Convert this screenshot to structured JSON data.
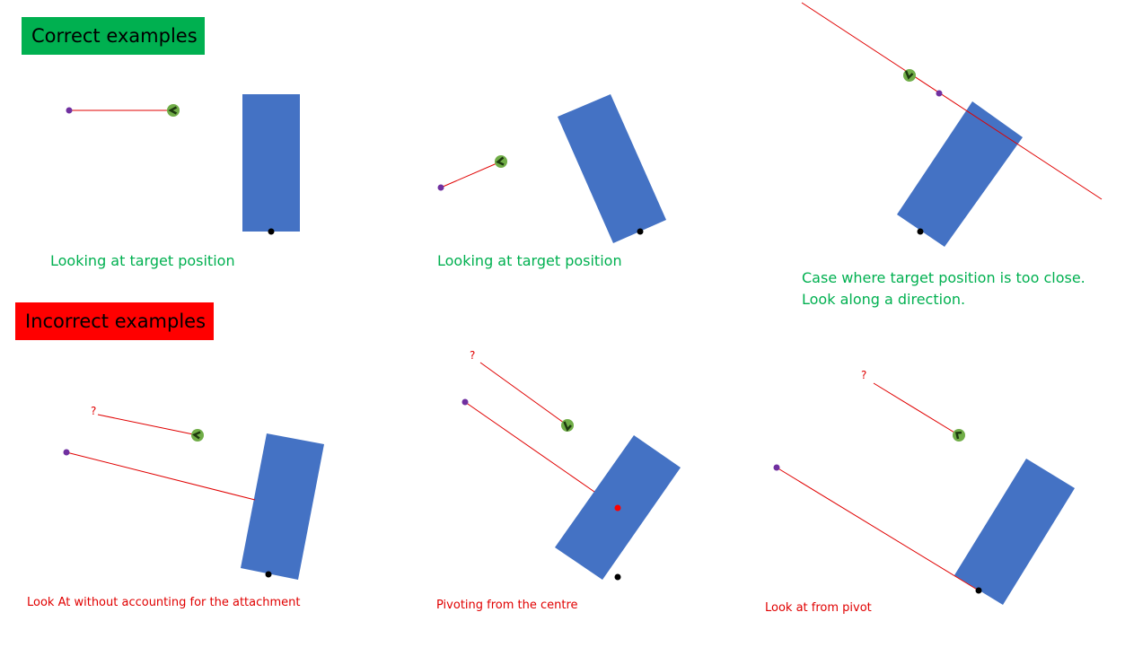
{
  "headers": {
    "correct": "Correct examples",
    "incorrect": "Incorrect examples"
  },
  "captions": {
    "c1": "Looking at target position",
    "c2": "Looking at target position",
    "c3_line1": "Case where target position is too close.",
    "c3_line2": "Look along a direction.",
    "i1": "Look At without accounting for the attachment",
    "i2": "Pivoting from the centre",
    "i3": "Look at from pivot"
  },
  "question_mark": "?",
  "colors": {
    "green_banner": "#00b050",
    "red_banner": "#ff0000",
    "rect": "#4472c4",
    "line": "#e00000",
    "eye": "#70ad47",
    "target": "#7030a0"
  }
}
